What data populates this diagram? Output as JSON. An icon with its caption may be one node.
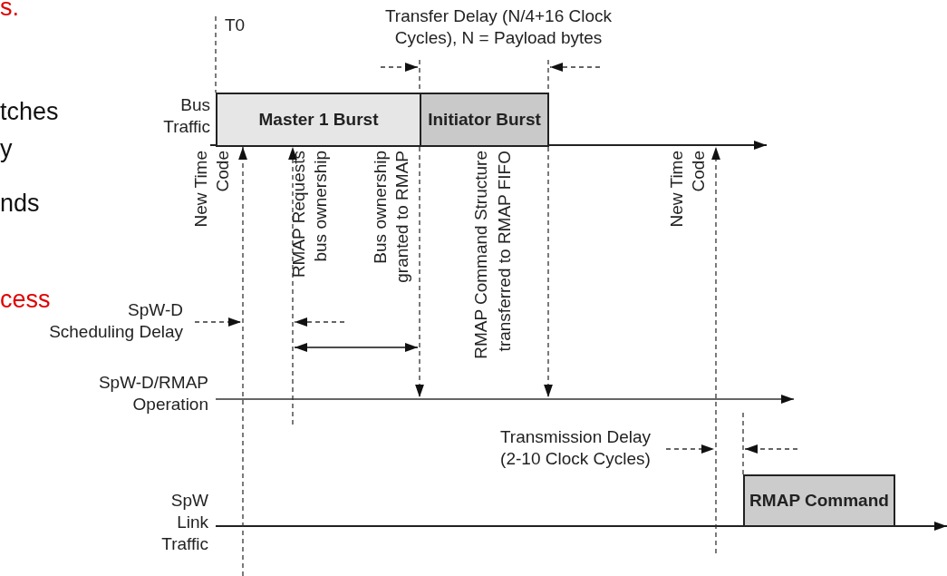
{
  "diagram": {
    "nodes": [
      {
        "text": [
          "Master 1 Burst"
        ]
      },
      {
        "text": [
          "Initiator Burst"
        ]
      },
      {
        "text": [
          "RMAP Command"
        ]
      }
    ],
    "labels": [
      "s.",
      "T0",
      "Transfer Delay (N/4+16 Clock Cycles), N = Payload bytes",
      "tches",
      "Bus Traffic",
      "y",
      "New Time Code",
      "RMAP Requests bus ownership",
      "Bus ownership granted to RMAP",
      "RMAP Command Structure transferred to RMAP FIFO",
      "New Time Code",
      "nds",
      "cess",
      "SpW-D Scheduling Delay",
      "SpW-D/RMAP Operation",
      "Transmission Delay (2-10 Clock Cycles)",
      "SpW Link Traffic"
    ]
  }
}
